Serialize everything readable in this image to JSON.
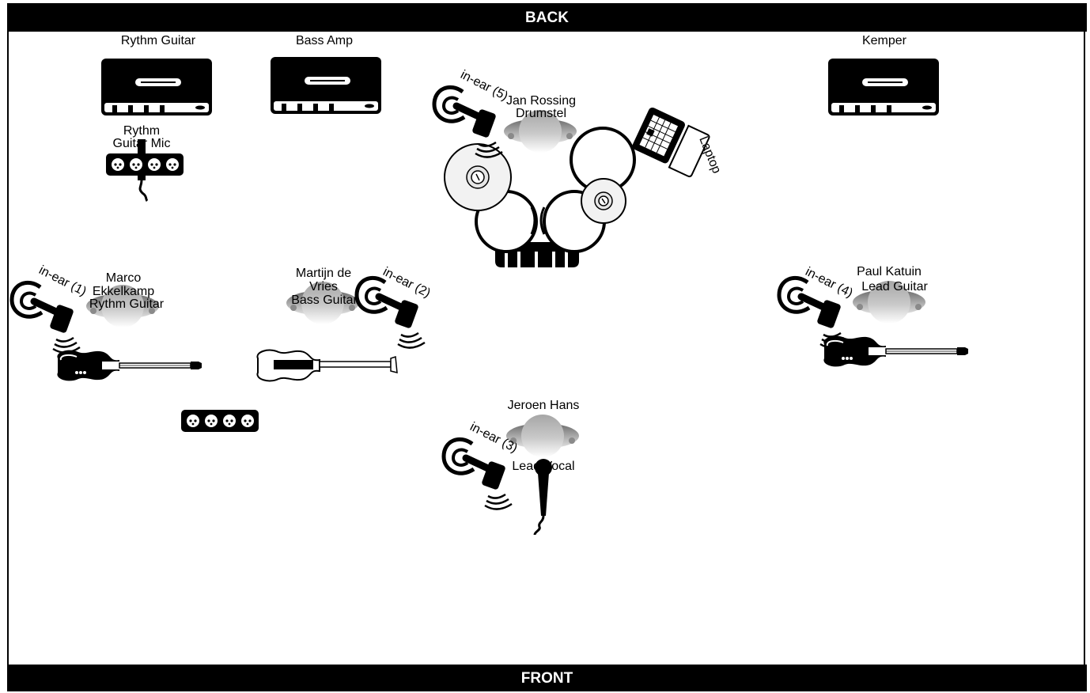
{
  "stage": {
    "back_label": "BACK",
    "front_label": "FRONT"
  },
  "amps": {
    "rythm_guitar": "Rythm Guitar",
    "bass_amp": "Bass Amp",
    "kemper": "Kemper"
  },
  "mics": {
    "rythm_guitar_mic_line1": "Rythm",
    "rythm_guitar_mic_line2": "Guitar Mic"
  },
  "musicians": {
    "drummer": {
      "name": "Jan Rossing",
      "role": "Drumstel",
      "in_ear": "in-ear (5)"
    },
    "rythm_guitar": {
      "name_line1": "Marco",
      "name_line2": "Ekkelkamp",
      "role": "Rythm Guitar",
      "in_ear": "in-ear (1)"
    },
    "bass": {
      "name_line1": "Martijn de",
      "name_line2": "Vries",
      "role": "Bass Guitar",
      "in_ear": "in-ear (2)"
    },
    "lead_guitar": {
      "name": "Paul Katuin",
      "role": "Lead Guitar",
      "in_ear": "in-ear (4)"
    },
    "vocal": {
      "name": "Jeroen Hans",
      "role": "Lead Vocal",
      "in_ear": "in-ear (3)"
    }
  },
  "equipment": {
    "laptop": "Laptop"
  },
  "icons": {
    "amp": "amp-icon",
    "power_strip": "power-strip-icon",
    "mic": "microphone-icon",
    "person": "person-icon",
    "in_ear": "in-ear-monitor-icon",
    "guitar": "guitar-icon",
    "drums": "drum-kit-icon",
    "laptop": "laptop-icon"
  }
}
